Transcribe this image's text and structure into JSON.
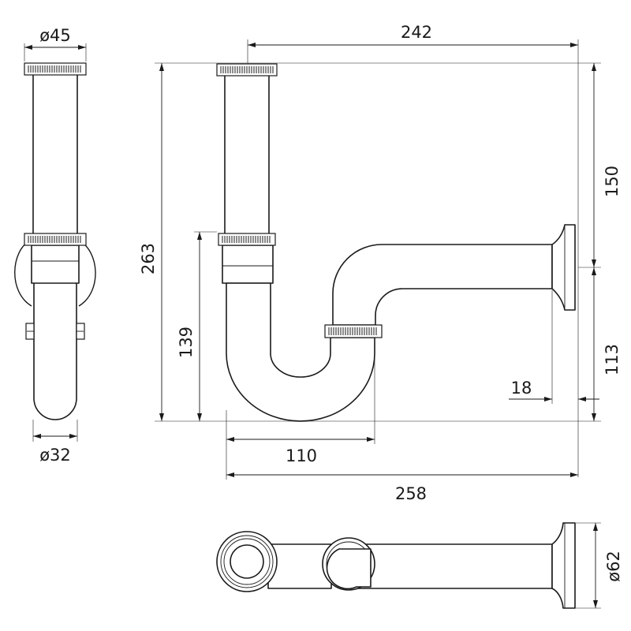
{
  "drawing": {
    "colors": {
      "line": "#1a1a1a",
      "background": "#ffffff"
    },
    "dimensions": {
      "top_nut_diameter": "ø45",
      "pipe_diameter": "ø32",
      "top_overall_length": "242",
      "overall_height": "263",
      "upper_right_height": "150",
      "lower_right_height": "113",
      "nut_height": "139",
      "wall_offset": "18",
      "trap_width": "110",
      "overall_length": "258",
      "flange_diameter": "ø62"
    }
  }
}
